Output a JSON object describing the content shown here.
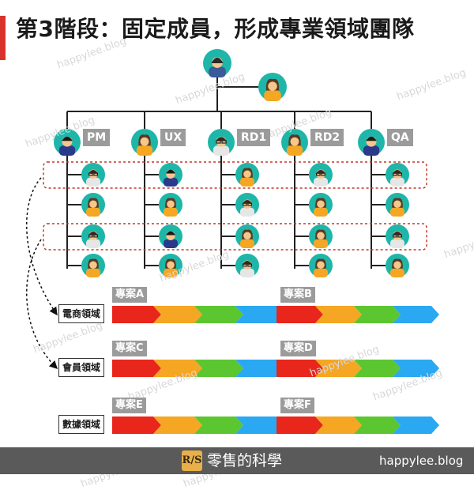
{
  "title": "第3階段：固定成員，形成專業領域團隊",
  "roles": [
    "PM",
    "UX",
    "RD1",
    "RD2",
    "QA"
  ],
  "domains": [
    {
      "label": "電商領域",
      "projects": [
        "專案A",
        "專案B"
      ]
    },
    {
      "label": "會員領域",
      "projects": [
        "專案C",
        "專案D"
      ]
    },
    {
      "label": "數據領域",
      "projects": [
        "專案E",
        "專案F"
      ]
    }
  ],
  "footer": {
    "logo": "R/S",
    "brand": "零售的科學",
    "site": "happylee.blog"
  },
  "watermark": "happylee.blog",
  "colors": {
    "red": "#e8261c",
    "orange": "#f5a623",
    "green": "#5cc631",
    "blue": "#2aa8f2",
    "avatar_bg": "#1eb6a8",
    "skin": "#f6c68d",
    "hair": "#5a3a1e",
    "shirt": "#f5a623",
    "line": "#222222",
    "dashed_box": "#c0392b",
    "accent": "#d9322b",
    "footer_bg": "#5a5a5a"
  }
}
